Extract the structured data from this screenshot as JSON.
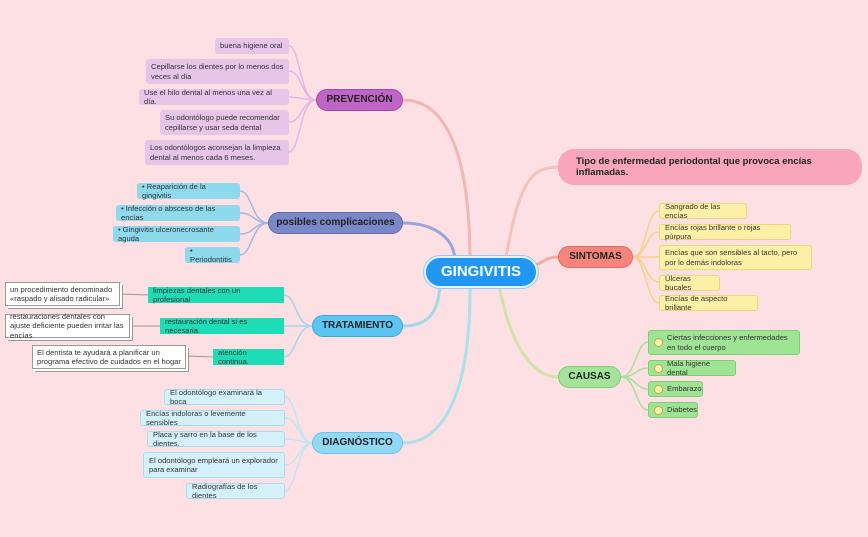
{
  "central": "GINGIVITIS",
  "definition": "Tipo de enfermedad periodontal que provoca encías inflamadas.",
  "prevencion": {
    "title": "PREVENCIÓN",
    "items": [
      "buena higiene oral",
      "Cepillarse los dientes por lo menos dos veces al día",
      "Use el hilo dental al menos una vez al día.",
      "Su odontólogo puede recomendar cepillarse y usar seda dental",
      "Los odontólogos aconsejan  la limpieza dental  al menos cada 6 meses."
    ]
  },
  "complicaciones": {
    "title": "posibles complicaciones",
    "items": [
      "• Reaparición de la gingivitis",
      "• Infección o absceso de las encías",
      "• Gingivitis ulceronecrosante aguda",
      "• Periodontitis"
    ]
  },
  "tratamiento": {
    "title": "TRATAMIENTO",
    "items": [
      "limpiezas dentales con un profesional",
      "restauración dental si es necesaria.",
      "atención continua."
    ],
    "notes": [
      "un procedimiento denominado «raspado y alisado radicular»",
      "restauraciones dentales con ajuste deficiente pueden irritar las encías",
      "El dentista te ayudará a planificar un programa efectivo de cuidados en el hogar"
    ]
  },
  "diagnostico": {
    "title": "DIAGNÓSTICO",
    "items": [
      "El odontólogo examinará la boca",
      "Encías  indoloras o levemente sensibles",
      "Placa y sarro en la base de los dientes.",
      "El odontólogo empleará un explorador para examinar",
      "Radiografías de los dientes"
    ]
  },
  "sintomas": {
    "title": "SINTOMAS",
    "items": [
      "Sangrado de las encías",
      "Encías rojas brillante o rojas púrpura",
      "Encías que son sensibles al tacto, pero por lo demás indoloras",
      "Úlceras bucales",
      "Encías de aspecto brillante"
    ]
  },
  "causas": {
    "title": "CAUSAS",
    "items": [
      "Ciertas infecciones y enfermedades en todo el cuerpo",
      "Mala higiene dental",
      "Embarazo",
      "Diabetes"
    ]
  },
  "colors": {
    "prevencion": "#c064c8",
    "complicaciones": "#7a87c8",
    "tratamiento": "#5bc6f3",
    "diagnostico": "#90d8f6",
    "definicion": "#f9a6ba",
    "sintomas": "#f5857c",
    "causas": "#a5e29b"
  },
  "icons": {
    "causas_items": "smiley-icon"
  }
}
